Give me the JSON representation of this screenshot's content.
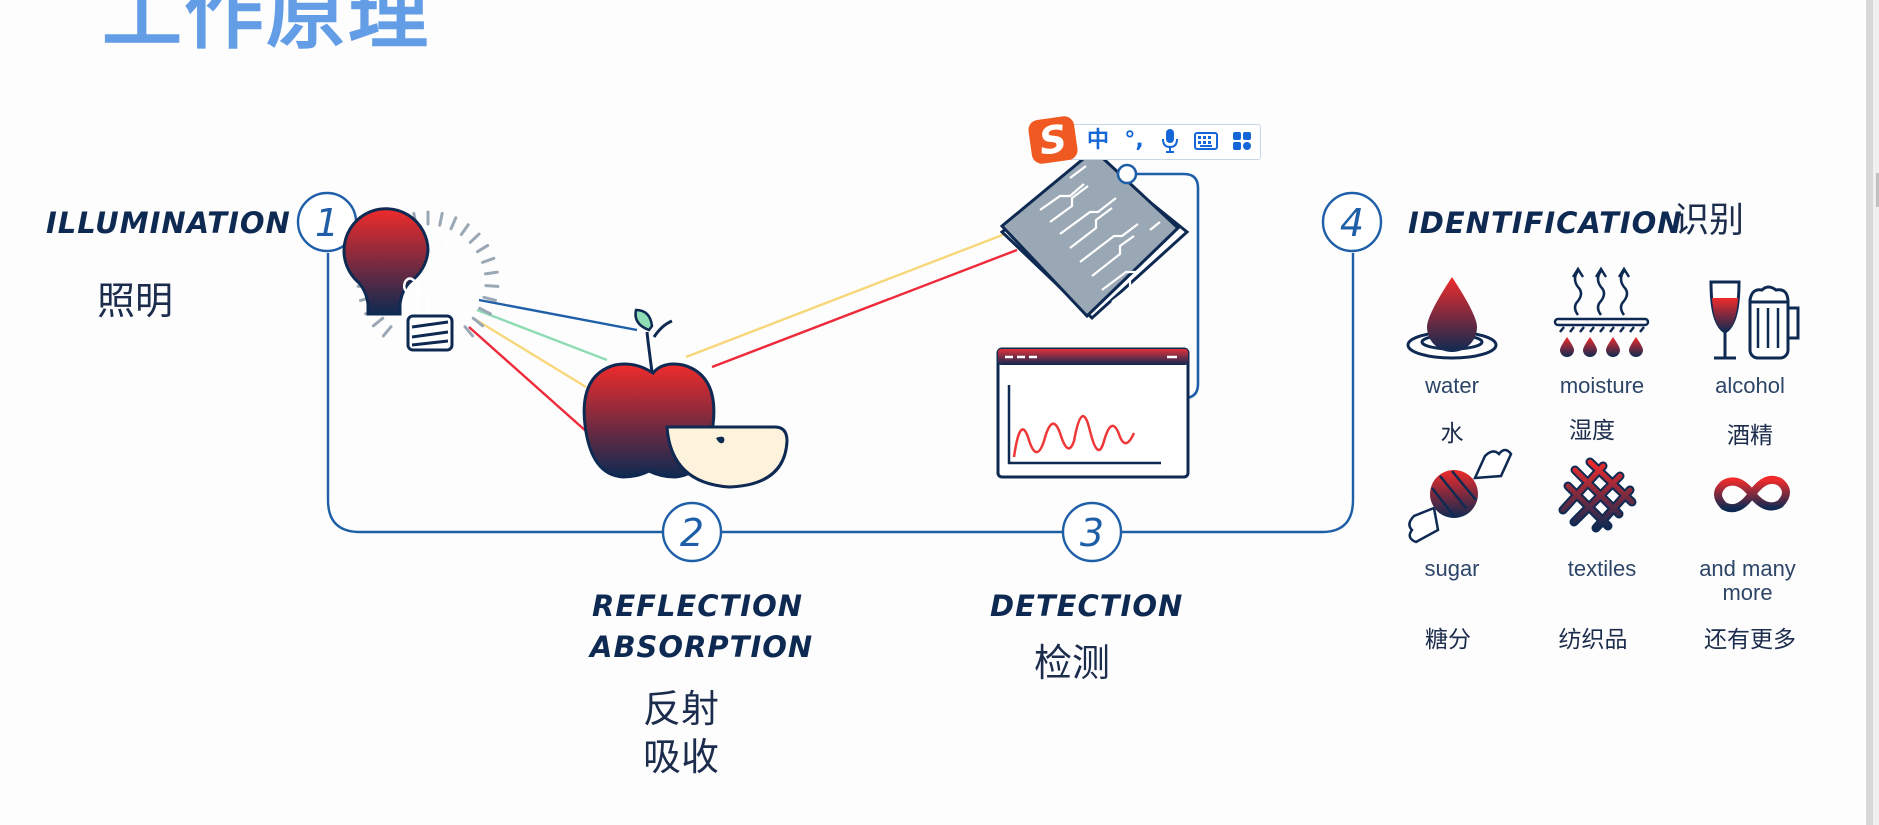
{
  "title": "工作原理",
  "colors": {
    "title": "#639de6",
    "flow_line": "#1f5fa8",
    "text_dark": "#0e2a52",
    "gradient_top": "#ef2b2b",
    "gradient_bottom": "#0e2a52",
    "ray_blue": "#1f5fa8",
    "ray_green": "#8fdcb4",
    "ray_yellow": "#f7d77a",
    "ray_red": "#ee2a3a",
    "sensor_fill": "#9aa7b4",
    "ime_orange": "#f05a22",
    "ime_blue": "#1566d6"
  },
  "steps": [
    {
      "number": "1",
      "label_en": "ILLUMINATION",
      "label_zh": "照明"
    },
    {
      "number": "2",
      "label_en_line1": "REFLECTION",
      "label_en_line2": "ABSORPTION",
      "label_zh_line1": "反射",
      "label_zh_line2": "吸收"
    },
    {
      "number": "3",
      "label_en": "DETECTION",
      "label_zh": "检测"
    },
    {
      "number": "4",
      "label_en": "IDENTIFICATION",
      "label_zh": "识别"
    }
  ],
  "identification_items": [
    {
      "icon": "water-drop-icon",
      "label_en": "water",
      "label_zh": "水"
    },
    {
      "icon": "moisture-icon",
      "label_en": "moisture",
      "label_zh": "湿度"
    },
    {
      "icon": "alcohol-icon",
      "label_en": "alcohol",
      "label_zh": "酒精"
    },
    {
      "icon": "candy-icon",
      "label_en": "sugar",
      "label_zh": "糖分"
    },
    {
      "icon": "textile-icon",
      "label_en": "textiles",
      "label_zh": "纺织品"
    },
    {
      "icon": "infinity-icon",
      "label_en": "and many more",
      "label_zh": "还有更多"
    }
  ],
  "ime_toolbar": {
    "logo": "S",
    "mode": "中",
    "punctuation": "°,",
    "voice_icon": "microphone-icon",
    "keyboard_icon": "keyboard-icon",
    "apps_icon": "apps-grid-icon"
  }
}
